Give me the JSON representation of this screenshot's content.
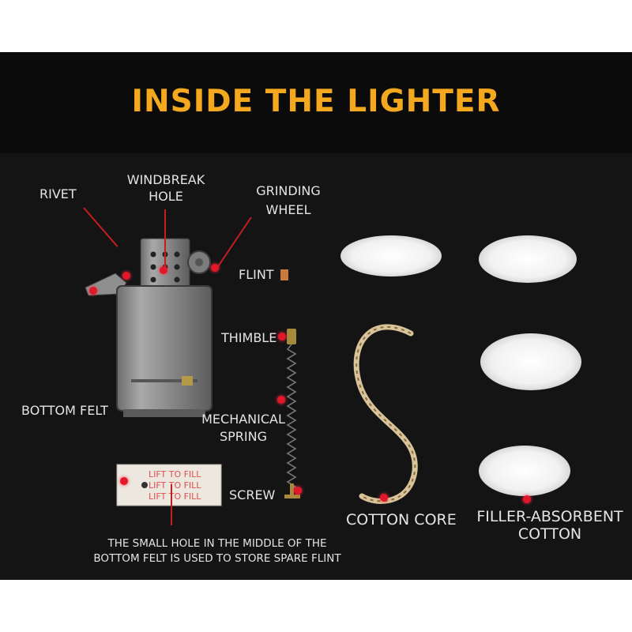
{
  "title": "INSIDE THE LIGHTER",
  "labels": {
    "rivet": "RIVET",
    "windbreak_1": "WINDBREAK",
    "windbreak_2": "HOLE",
    "grinding_1": "GRINDING",
    "grinding_2": "WHEEL",
    "flint": "FLINT",
    "thimble": "THIMBLE",
    "bottom_felt": "BOTTOM FELT",
    "spring_1": "MECHANICAL",
    "spring_2": "SPRING",
    "screw": "SCREW",
    "cotton_core": "COTTON CORE",
    "filler_1": "FILLER-ABSORBENT",
    "filler_2": "COTTON",
    "note_1": "THE SMALL HOLE IN THE MIDDLE OF THE",
    "note_2": "BOTTOM FELT IS USED TO STORE SPARE FLINT"
  },
  "felt_text": [
    "LIFT TO FILL",
    "LIFT TO FILL",
    "LIFT TO FILL"
  ],
  "colors": {
    "title": "#f4a81e",
    "label": "#e4e4e4",
    "pointer": "#c31d1d",
    "background": "#141414"
  }
}
